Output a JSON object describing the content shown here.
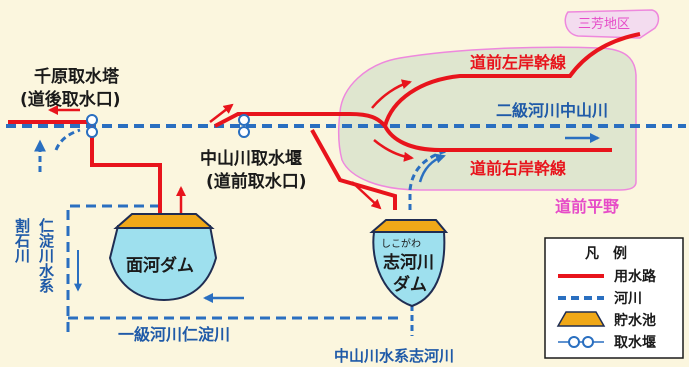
{
  "labels": {
    "sanpo_area": "三芳地区",
    "chihara_intake_tower_line1": "千原取水塔",
    "chihara_intake_tower_line2": "(道後取水口)",
    "domae_left_bank_canal": "道前左岸幹線",
    "domae_right_bank_canal": "道前右岸幹線",
    "nakayama_river_class2": "二級河川中山川",
    "nakayama_weir_line1": "中山川取水堰",
    "nakayama_weir_line2": "(道前取水口)",
    "domae_plain": "道前平野",
    "omogo_dam": "面河ダム",
    "shikogawa_ruby": "しこがわ",
    "shikogawa_dam_line1": "志河川",
    "shikogawa_dam_line2": "ダム",
    "niyodo_system_vertical": "仁淀川水系",
    "waritoshi_river_vertical": "割石川",
    "niyodo_river_class1": "一級河川仁淀川",
    "shikogawa_river": "中山川水系志河川"
  },
  "legend": {
    "title": "凡　例",
    "items": [
      {
        "key": "water_canal",
        "label": "用水路"
      },
      {
        "key": "river",
        "label": "河川"
      },
      {
        "key": "reservoir",
        "label": "貯水池"
      },
      {
        "key": "intake_weir",
        "label": "取水堰"
      }
    ]
  },
  "colors": {
    "background": "#fbf6de",
    "canal": "#e8141c",
    "river": "#2a6fc0",
    "plain_fill": "#dfe6cf",
    "plain_border": "#ee88dd",
    "dam_fill": "#9ee0ee",
    "dam_cap": "#f0a818",
    "text_dark": "#1a1a1a",
    "text_blue": "#1f5aa8",
    "text_pink": "#e64bc8",
    "text_red": "#e8141c"
  }
}
